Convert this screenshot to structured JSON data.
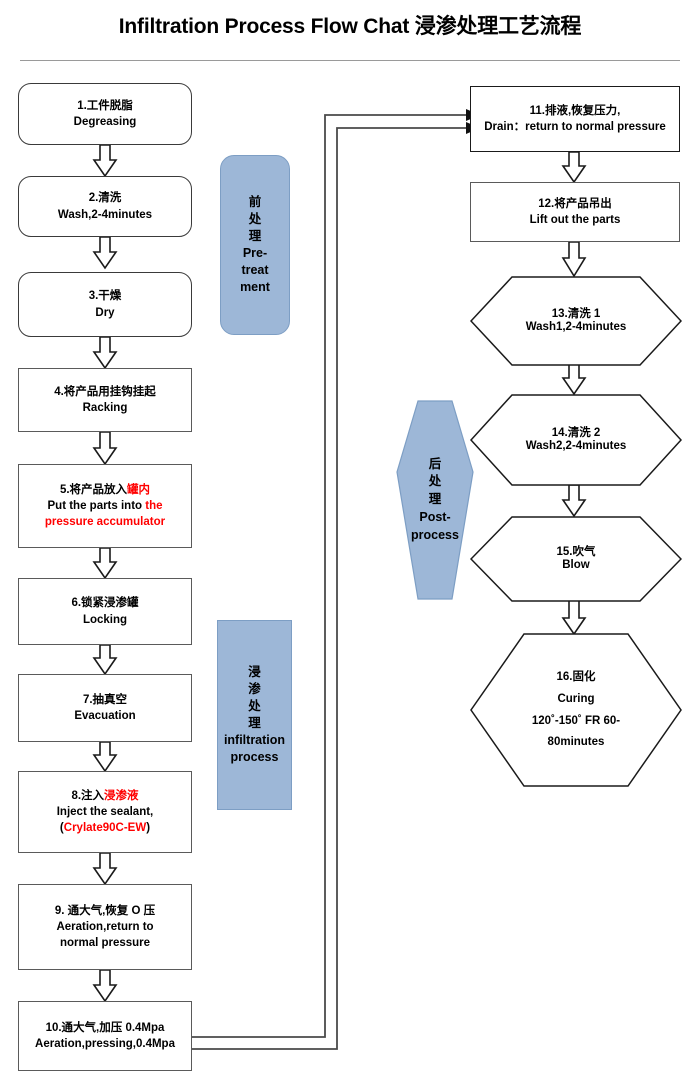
{
  "page": {
    "title": "Infiltration Process Flow Chat 浸渗处理工艺流程",
    "accent_blue": "#9DB7D7",
    "highlight_red": "#FF0000",
    "border_gray": "#5A5A5A"
  },
  "chart_data": {
    "type": "diagram",
    "title": "Infiltration Process Flow Chat 浸渗处理工艺流程",
    "nodes": [
      {
        "id": 1,
        "shape": "rounded-rect",
        "column": "left",
        "lines": [
          "1.工件脱脂",
          "Degreasing"
        ]
      },
      {
        "id": 2,
        "shape": "rounded-rect",
        "column": "left",
        "lines": [
          "2.清洗",
          "Wash,2-4minutes"
        ]
      },
      {
        "id": 3,
        "shape": "rounded-rect",
        "column": "left",
        "lines": [
          "3.干燥",
          "Dry"
        ]
      },
      {
        "id": 4,
        "shape": "rect",
        "column": "left",
        "lines": [
          "4.将产品用挂钩挂起",
          "Racking"
        ]
      },
      {
        "id": 5,
        "shape": "rect",
        "column": "left",
        "lines": [
          "5.将产品放入罐内",
          "Put the parts into the",
          "pressure accumulator"
        ]
      },
      {
        "id": 6,
        "shape": "rect",
        "column": "left",
        "lines": [
          "6.锁紧浸渗罐",
          "Locking"
        ]
      },
      {
        "id": 7,
        "shape": "rect",
        "column": "left",
        "lines": [
          "7.抽真空",
          "Evacuation"
        ]
      },
      {
        "id": 8,
        "shape": "rect",
        "column": "left",
        "lines": [
          "8.注入浸渗液",
          "Inject the sealant,",
          "(Crylate90C-EW)"
        ]
      },
      {
        "id": 9,
        "shape": "rect",
        "column": "left",
        "lines": [
          "9. 通大气,恢复 O 压",
          "Aeration,return to",
          "normal pressure"
        ]
      },
      {
        "id": 10,
        "shape": "rect",
        "column": "left",
        "lines": [
          "10.通大气,加压 0.4Mpa",
          "Aeration,pressing,0.4Mpa"
        ]
      },
      {
        "id": 11,
        "shape": "rect",
        "column": "right",
        "lines": [
          "11.排液,恢复压力,",
          "Drain：return to normal pressure"
        ]
      },
      {
        "id": 12,
        "shape": "rect",
        "column": "right",
        "lines": [
          "12.将产品吊出",
          "Lift out the parts"
        ]
      },
      {
        "id": 13,
        "shape": "hexagon",
        "column": "right",
        "lines": [
          "13.清洗 1",
          "Wash1,2-4minutes"
        ]
      },
      {
        "id": 14,
        "shape": "hexagon",
        "column": "right",
        "lines": [
          "14.清洗 2",
          "Wash2,2-4minutes"
        ]
      },
      {
        "id": 15,
        "shape": "hexagon",
        "column": "right",
        "lines": [
          "15.吹气",
          "Blow"
        ]
      },
      {
        "id": 16,
        "shape": "hexagon",
        "column": "right",
        "lines": [
          "16.固化",
          "Curing",
          "120˚-150˚ FR 60-",
          "80minutes"
        ]
      }
    ],
    "stage_labels": [
      {
        "id": "pre",
        "shape": "rounded-rect",
        "lines": [
          "前",
          "处",
          "理",
          "Pre-",
          "treat",
          "ment"
        ]
      },
      {
        "id": "infiltration",
        "shape": "rect",
        "lines": [
          "浸",
          "渗",
          "处",
          "理",
          "infiltration",
          "process"
        ]
      },
      {
        "id": "post",
        "shape": "hexagon",
        "lines": [
          "后",
          "处",
          "理",
          "Post-",
          "process"
        ]
      }
    ],
    "edges": [
      {
        "from": 1,
        "to": 2,
        "style": "block-arrow-down"
      },
      {
        "from": 2,
        "to": 3,
        "style": "block-arrow-down"
      },
      {
        "from": 3,
        "to": 4,
        "style": "block-arrow-down"
      },
      {
        "from": 4,
        "to": 5,
        "style": "block-arrow-down"
      },
      {
        "from": 5,
        "to": 6,
        "style": "block-arrow-down"
      },
      {
        "from": 6,
        "to": 7,
        "style": "block-arrow-down"
      },
      {
        "from": 7,
        "to": 8,
        "style": "block-arrow-down"
      },
      {
        "from": 8,
        "to": 9,
        "style": "block-arrow-down"
      },
      {
        "from": 9,
        "to": 10,
        "style": "block-arrow-down"
      },
      {
        "from": 10,
        "to": 11,
        "style": "elbow-line-arrow"
      },
      {
        "from": 10,
        "to": 11,
        "style": "elbow-line-arrow"
      },
      {
        "from": 11,
        "to": 12,
        "style": "block-arrow-down"
      },
      {
        "from": 12,
        "to": 13,
        "style": "block-arrow-down"
      },
      {
        "from": 13,
        "to": 14,
        "style": "block-arrow-down"
      },
      {
        "from": 14,
        "to": 15,
        "style": "block-arrow-down"
      },
      {
        "from": 15,
        "to": 16,
        "style": "block-arrow-down"
      }
    ]
  },
  "nodes": {
    "n1": {
      "l1": "1.工件脱脂",
      "l2": "Degreasing"
    },
    "n2": {
      "l1": "2.清洗",
      "l2": "Wash,2-4minutes"
    },
    "n3": {
      "l1": "3.干燥",
      "l2": "Dry"
    },
    "n4": {
      "l1": "4.将产品用挂钩挂起",
      "l2": "Racking"
    },
    "n5": {
      "l1a": "5.将产品放入",
      "l1b": "罐内",
      "l2a": "Put the parts into ",
      "l2b": "the",
      "l3": "pressure accumulator"
    },
    "n6": {
      "l1": "6.锁紧浸渗罐",
      "l2": "Locking"
    },
    "n7": {
      "l1": "7.抽真空",
      "l2": "Evacuation"
    },
    "n8": {
      "l1a": "8.注入",
      "l1b": "浸渗液",
      "l2": "Inject the sealant,",
      "l3a": "(",
      "l3b": "Crylate90C-EW",
      "l3c": ")"
    },
    "n9": {
      "l1": "9. 通大气,恢复 O 压",
      "l2": "Aeration,return to",
      "l3": "normal pressure"
    },
    "n10": {
      "l1": "10.通大气,加压 0.4Mpa",
      "l2": "Aeration,pressing,0.4Mpa"
    },
    "n11": {
      "l1": "11.排液,恢复压力,",
      "l2": "Drain：return to normal pressure"
    },
    "n12": {
      "l1": "12.将产品吊出",
      "l2": "Lift out the parts"
    },
    "n13": {
      "l1": "13.清洗 1",
      "l2": "Wash1,2-4minutes"
    },
    "n14": {
      "l1": "14.清洗 2",
      "l2": "Wash2,2-4minutes"
    },
    "n15": {
      "l1": "15.吹气",
      "l2": "Blow"
    },
    "n16": {
      "l1": "16.固化",
      "l2": "Curing",
      "l3": "120˚-150˚ FR 60-",
      "l4": "80minutes"
    }
  },
  "stages": {
    "pre": {
      "c1": "前",
      "c2": "处",
      "c3": "理",
      "e1": "Pre-",
      "e2": "treat",
      "e3": "ment"
    },
    "inf": {
      "c1": "浸",
      "c2": "渗",
      "c3": "处",
      "c4": "理",
      "e1": "infiltration",
      "e2": "process"
    },
    "post": {
      "c1": "后",
      "c2": "处",
      "c3": "理",
      "e1": "Post-",
      "e2": "process"
    }
  }
}
